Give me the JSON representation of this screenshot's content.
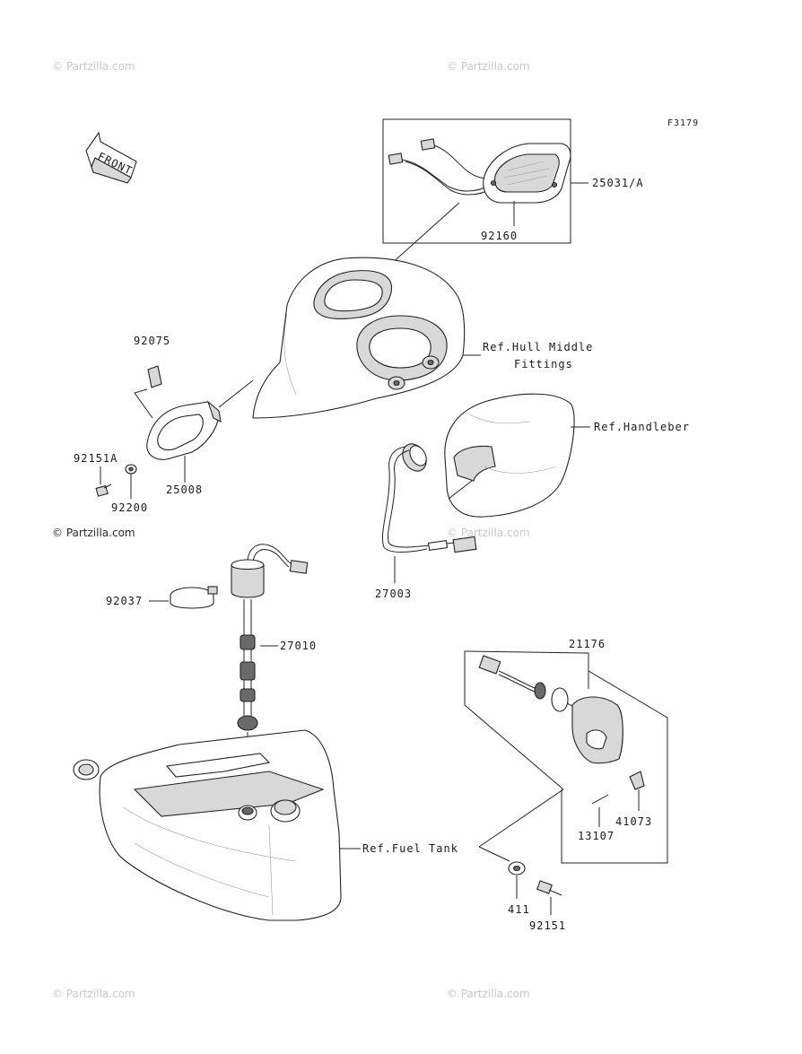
{
  "watermarks": {
    "top_left": "© Partzilla.com",
    "top_right": "© Partzilla.com",
    "middle_left": "© Partzilla.com",
    "middle_right": "© Partzilla.com",
    "bottom_left": "© Partzilla.com",
    "bottom_right": "© Partzilla.com"
  },
  "figure_code": "F3179",
  "front_arrow_label": "FRONT",
  "parts": {
    "meter_assy": "25031/A",
    "bulb": "92160",
    "hull_ref_line1": "Ref.Hull Middle",
    "hull_ref_line2": "Fittings",
    "handlebar_ref": "Ref.Handleber",
    "cushion": "92075",
    "bracket": "25008",
    "bolt_a": "92151A",
    "nut": "92200",
    "clamp": "92037",
    "fuel_gauge": "27010",
    "lead": "27003",
    "switch_assy": "21176",
    "clip": "41073",
    "spring": "13107",
    "fuel_tank_ref": "Ref.Fuel Tank",
    "washer": "411",
    "bolt": "92151"
  }
}
